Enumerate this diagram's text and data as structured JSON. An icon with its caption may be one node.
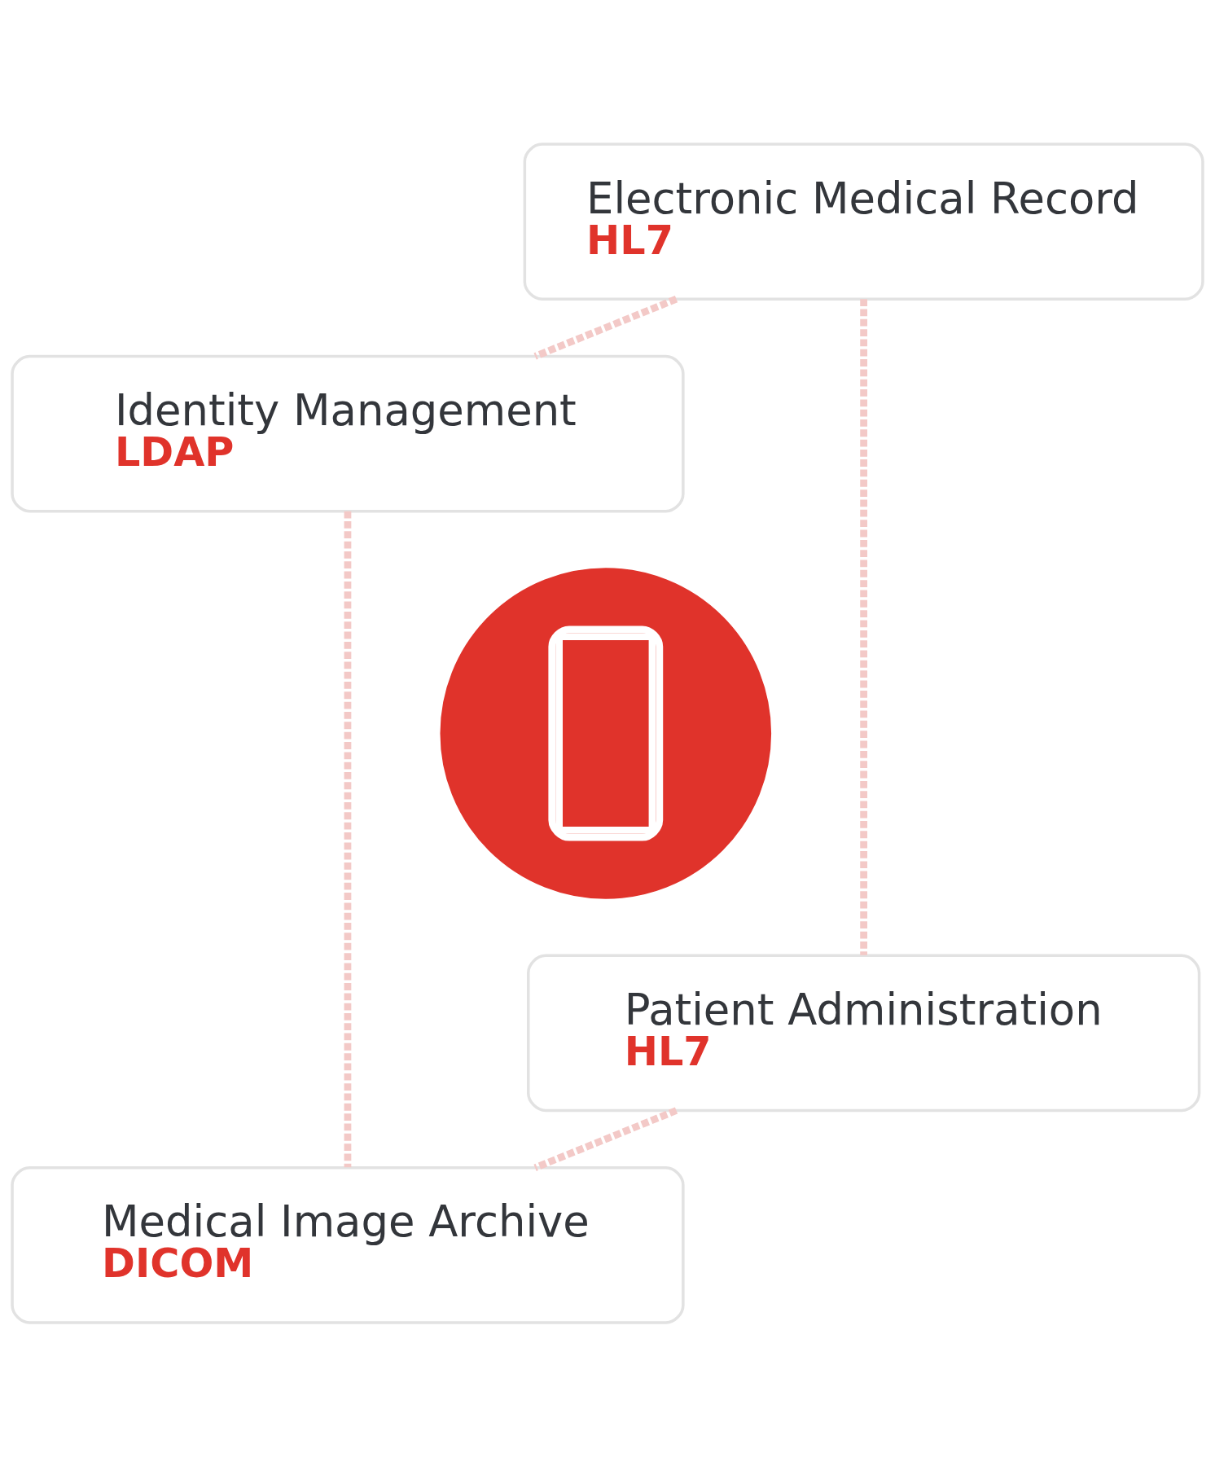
{
  "diagram": {
    "nodes": [
      {
        "text": [
          "Electronic Medical Record",
          "HL7"
        ]
      },
      {
        "text": [
          "Identity Management",
          "LDAP"
        ]
      },
      {
        "text": [],
        "shape": "circle"
      },
      {
        "text": [
          "Patient Administration",
          "HL7"
        ]
      },
      {
        "text": [
          "Medical Image Archive",
          "DICOM"
        ]
      }
    ],
    "edges": [
      {
        "from": 0,
        "to": 3,
        "arrow": "none",
        "style": "dashed"
      },
      {
        "from": 3,
        "to": 4,
        "arrow": "none",
        "style": "dashed"
      },
      {
        "from": 1,
        "to": 4,
        "arrow": "none",
        "style": "dashed"
      },
      {
        "from": 0,
        "to": 1,
        "arrow": "none",
        "style": "dashed"
      }
    ]
  }
}
